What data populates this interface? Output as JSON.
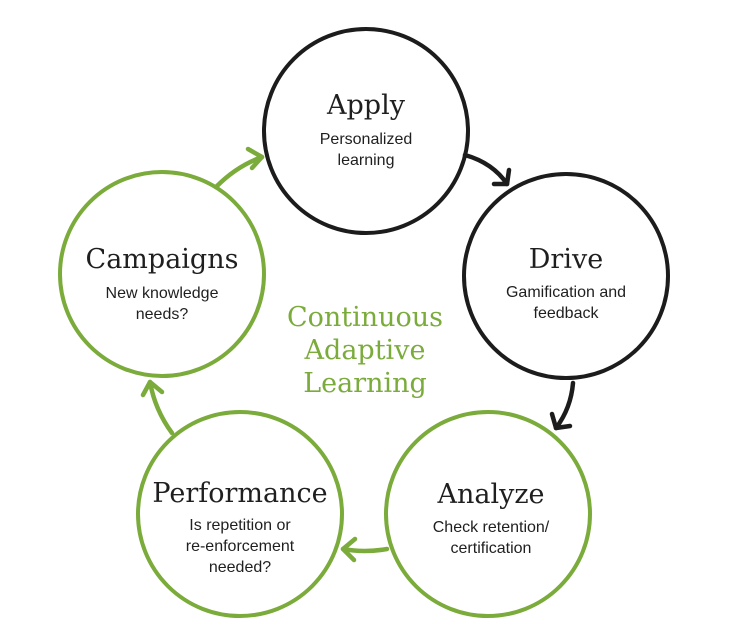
{
  "colors": {
    "green": "#7aab3b",
    "black": "#1c1c1c"
  },
  "center": {
    "line1": "Continuous",
    "line2": "Adaptive",
    "line3": "Learning"
  },
  "nodes": {
    "apply": {
      "title": "Apply",
      "line1": "Personalized",
      "line2": "learning"
    },
    "drive": {
      "title": "Drive",
      "line1": "Gamification and",
      "line2": "feedback"
    },
    "analyze": {
      "title": "Analyze",
      "line1": "Check retention/",
      "line2": "certification"
    },
    "performance": {
      "title": "Performance",
      "line1": "Is repetition or",
      "line2": "re-enforcement",
      "line3": "needed?"
    },
    "campaigns": {
      "title": "Campaigns",
      "line1": "New knowledge",
      "line2": "needs?"
    }
  }
}
